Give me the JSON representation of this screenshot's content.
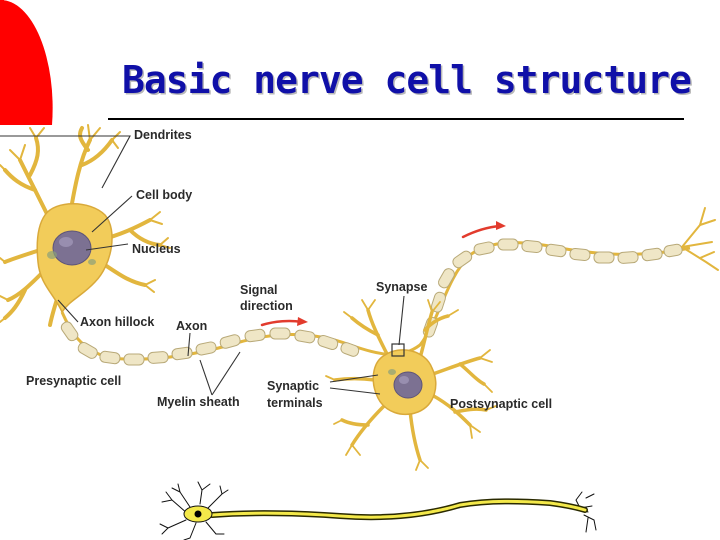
{
  "slide": {
    "title": "Basic nerve cell structure",
    "accent_color": "#ff0000",
    "title_color": "#1010a8",
    "cell_color": "#f2cc5a",
    "nucleus_color": "#7c7192",
    "myelin_color": "#efe6c6",
    "arrow_color": "#e23b2d"
  },
  "diagram": {
    "labels": {
      "dendrites": "Dendrites",
      "cell_body": "Cell body",
      "nucleus": "Nucleus",
      "axon_hillock": "Axon hillock",
      "axon": "Axon",
      "presynaptic_cell": "Presynaptic cell",
      "signal_direction_line1": "Signal",
      "signal_direction_line2": "direction",
      "myelin_sheath": "Myelin sheath",
      "synapse": "Synapse",
      "synaptic_terminals_line1": "Synaptic",
      "synaptic_terminals_line2": "terminals",
      "postsynaptic_cell": "Postsynaptic cell"
    }
  }
}
